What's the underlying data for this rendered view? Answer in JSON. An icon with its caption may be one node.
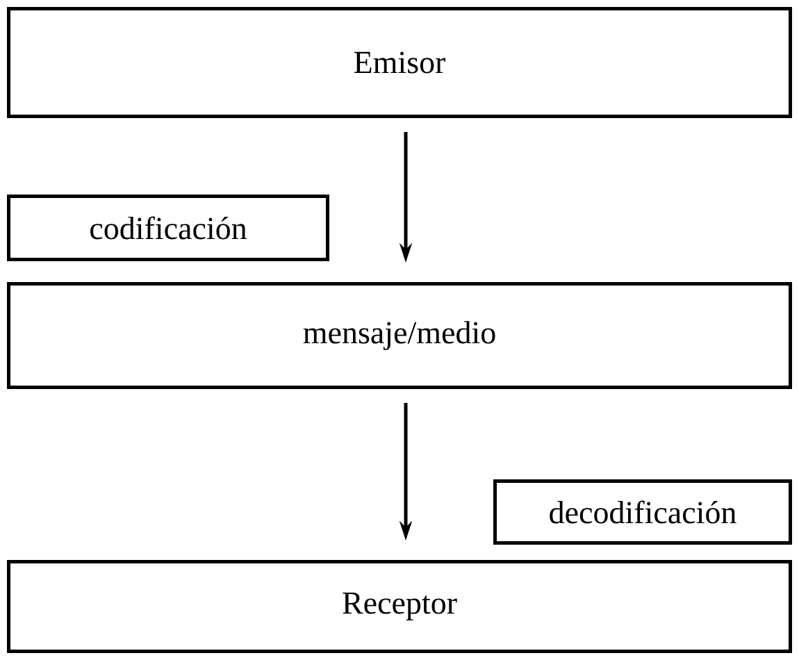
{
  "diagram": {
    "nodes": [
      {
        "text": [
          "Emisor"
        ]
      },
      {
        "text": [
          "codificación"
        ]
      },
      {
        "text": [
          "mensaje/medio"
        ]
      },
      {
        "text": [
          "decodificación"
        ]
      },
      {
        "text": [
          "Receptor"
        ]
      }
    ],
    "edges": [
      {
        "from": 0,
        "to": 2,
        "arrow": "to"
      },
      {
        "from": 2,
        "to": 4,
        "arrow": "to"
      }
    ]
  }
}
